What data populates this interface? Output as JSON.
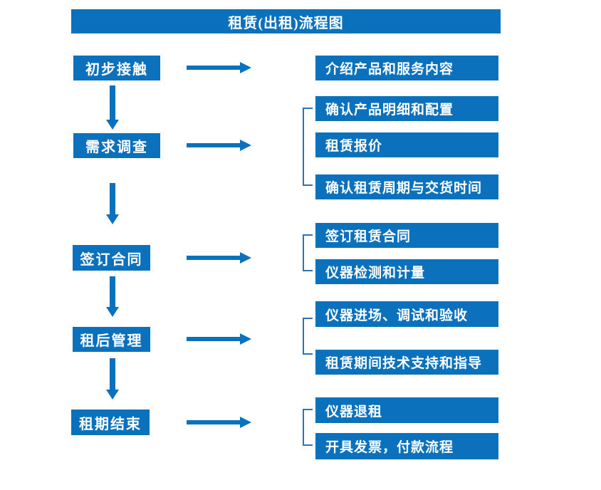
{
  "flow": {
    "title": "租赁(出租)流程图",
    "stages": [
      {
        "label": "初步接触",
        "outputs": [
          "介绍产品和服务内容"
        ]
      },
      {
        "label": "需求调查",
        "outputs": [
          "确认产品明细和配置",
          "租赁报价",
          "确认租赁周期与交货时间"
        ]
      },
      {
        "label": "签订合同",
        "outputs": [
          "签订租赁合同",
          "仪器检测和计量"
        ]
      },
      {
        "label": "租后管理",
        "outputs": [
          "仪器进场、调试和验收",
          "租赁期间技术支持和指导"
        ]
      },
      {
        "label": "租期结束",
        "outputs": [
          "仪器退租",
          "开具发票，付款流程"
        ]
      }
    ]
  },
  "colors": {
    "primary": "#0B71BC",
    "bracket": "#2E74B5",
    "text_on_primary": "#FFFFFF",
    "background": "#FFFFFF"
  }
}
